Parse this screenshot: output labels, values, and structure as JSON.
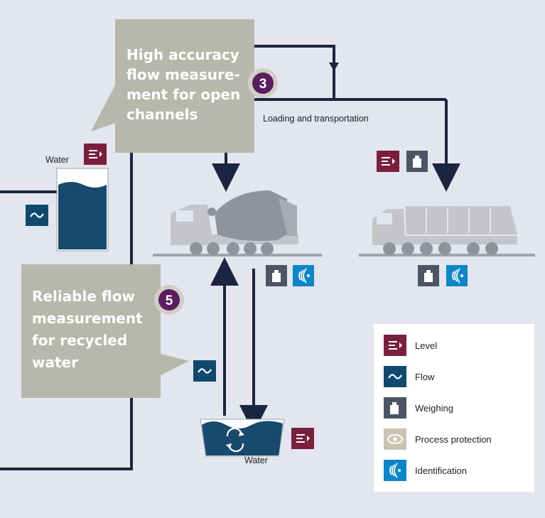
{
  "callouts": {
    "top": {
      "lines": [
        "High accuracy",
        "flow measure-",
        "ment for open",
        "channels"
      ],
      "badge": "3"
    },
    "bottom": {
      "lines": [
        "Reliable flow",
        "measurement",
        "for recycled",
        "water"
      ],
      "badge": "5"
    }
  },
  "labels": {
    "water_tank_top": "Water",
    "loading": "Loading and transportation",
    "water_basin": "Water"
  },
  "legend": {
    "items": [
      {
        "label": "Level",
        "icon": "level-icon",
        "color": "#7a1f3d"
      },
      {
        "label": "Flow",
        "icon": "flow-icon",
        "color": "#0f4a6e"
      },
      {
        "label": "Weighing",
        "icon": "weighing-icon",
        "color": "#4c5564"
      },
      {
        "label": "Process protection",
        "icon": "process-protection-icon",
        "color": "#c9c3b2"
      },
      {
        "label": "Identification",
        "icon": "identification-icon",
        "color": "#0b86c8"
      }
    ]
  },
  "colors": {
    "background": "#e3e6ee",
    "pipe": "#1c2540",
    "callout": "#b7b7ab",
    "badge": "#5a1e5e",
    "water": "#174a6d",
    "truck": "#c3c5ca"
  }
}
